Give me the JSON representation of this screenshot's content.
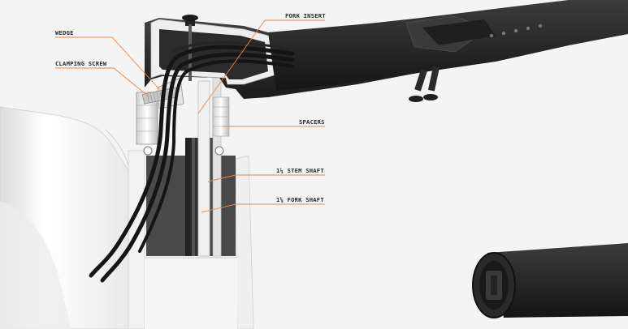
{
  "callouts": [
    {
      "id": "wedge",
      "label": "WEDGE"
    },
    {
      "id": "clamping_screw",
      "label": "CLAMPING SCREW"
    },
    {
      "id": "fork_insert",
      "label": "FORK INSERT"
    },
    {
      "id": "spacers",
      "label": "SPACERS"
    },
    {
      "id": "stem_shaft",
      "label": "1¼ STEM SHAFT"
    },
    {
      "id": "fork_shaft",
      "label": "1⅛ FORK SHAFT"
    }
  ],
  "colors": {
    "background": "#f4f4f4",
    "leader_line": "#e8874a",
    "frame_white": "#f7f7f7",
    "carbon_dark": "#2b2b2b",
    "cable_black": "#1a1a1a"
  }
}
